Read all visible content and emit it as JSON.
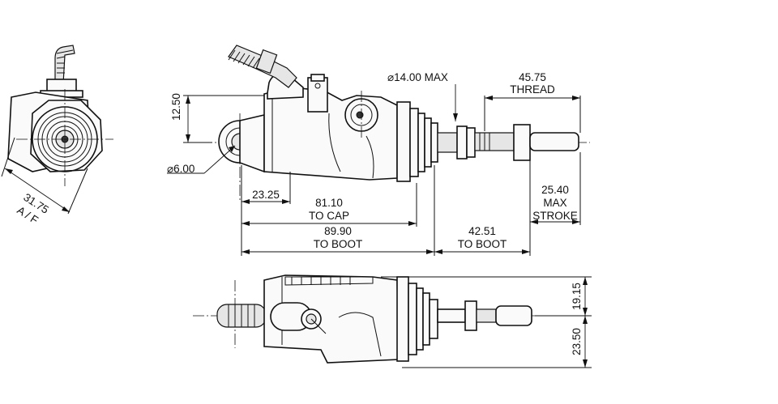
{
  "drawing": {
    "top_view": {
      "hose_angle_label": "12.50",
      "pivot_hole_label": "⌀6.00",
      "bore_label": "⌀14.00 MAX",
      "thread_len_value": "45.75",
      "thread_len_label": "THREAD",
      "eye_offset_value": "23.25",
      "to_cap_value": "81.10",
      "to_cap_label": "TO CAP",
      "to_boot_value": "89.90",
      "to_boot_label": "TO BOOT",
      "rod_to_boot_value": "42.51",
      "rod_to_boot_label": "TO BOOT",
      "stroke_value": "25.40",
      "stroke_label_1": "MAX",
      "stroke_label_2": "STROKE"
    },
    "end_view": {
      "hex_value": "31.75",
      "hex_label": "A / F"
    },
    "side_view": {
      "upper_height": "19.15",
      "lower_height": "23.50"
    }
  }
}
